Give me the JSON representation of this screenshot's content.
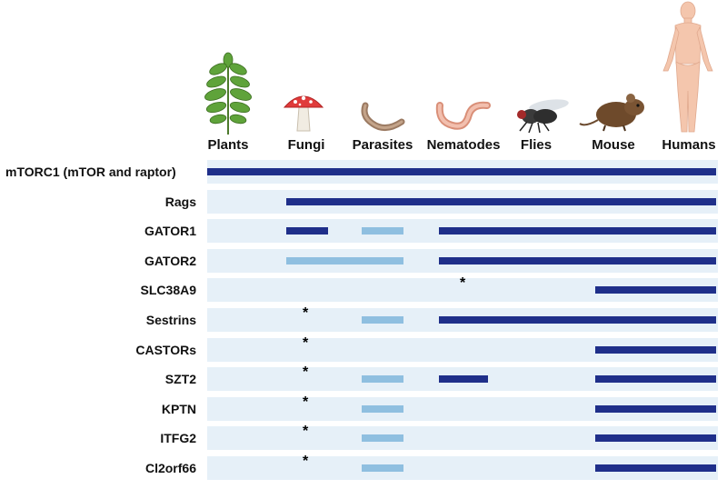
{
  "organisms": [
    {
      "key": "plants",
      "label": "Plants",
      "icon": "plant-icon"
    },
    {
      "key": "fungi",
      "label": "Fungi",
      "icon": "mushroom-icon"
    },
    {
      "key": "parasites",
      "label": "Parasites",
      "icon": "parasite-worm-icon"
    },
    {
      "key": "nematodes",
      "label": "Nematodes",
      "icon": "nematode-icon"
    },
    {
      "key": "flies",
      "label": "Flies",
      "icon": "fly-icon"
    },
    {
      "key": "mouse",
      "label": "Mouse",
      "icon": "mouse-icon"
    },
    {
      "key": "humans",
      "label": "Humans",
      "icon": "human-icon"
    }
  ],
  "rows": [
    {
      "label": "mTORC1 (mTOR and raptor)",
      "bars": [
        {
          "from": "plants",
          "to": "humans",
          "tone": "dark"
        }
      ],
      "stars": []
    },
    {
      "label": "Rags",
      "bars": [
        {
          "from": "fungi",
          "to": "humans",
          "tone": "dark"
        }
      ],
      "stars": []
    },
    {
      "label": "GATOR1",
      "bars": [
        {
          "from": "fungi",
          "to": "fungi",
          "tone": "dark"
        },
        {
          "from": "parasites",
          "to": "parasites",
          "tone": "light"
        },
        {
          "from": "nematodes",
          "to": "humans",
          "tone": "dark"
        }
      ],
      "stars": []
    },
    {
      "label": "GATOR2",
      "bars": [
        {
          "from": "fungi",
          "to": "parasites",
          "tone": "light"
        },
        {
          "from": "nematodes",
          "to": "humans",
          "tone": "dark"
        }
      ],
      "stars": []
    },
    {
      "label": "SLC38A9",
      "bars": [
        {
          "from": "mouse",
          "to": "humans",
          "tone": "dark"
        }
      ],
      "stars": [
        "nematodes"
      ]
    },
    {
      "label": "Sestrins",
      "bars": [
        {
          "from": "parasites",
          "to": "parasites",
          "tone": "light"
        },
        {
          "from": "nematodes",
          "to": "humans",
          "tone": "dark"
        }
      ],
      "stars": [
        "fungi"
      ]
    },
    {
      "label": "CASTORs",
      "bars": [
        {
          "from": "mouse",
          "to": "humans",
          "tone": "dark"
        }
      ],
      "stars": [
        "fungi"
      ]
    },
    {
      "label": "SZT2",
      "bars": [
        {
          "from": "parasites",
          "to": "parasites",
          "tone": "light"
        },
        {
          "from": "nematodes",
          "to": "nematodes",
          "tone": "dark"
        },
        {
          "from": "mouse",
          "to": "humans",
          "tone": "dark"
        }
      ],
      "stars": [
        "fungi"
      ]
    },
    {
      "label": "KPTN",
      "bars": [
        {
          "from": "parasites",
          "to": "parasites",
          "tone": "light"
        },
        {
          "from": "mouse",
          "to": "humans",
          "tone": "dark"
        }
      ],
      "stars": [
        "fungi"
      ]
    },
    {
      "label": "ITFG2",
      "bars": [
        {
          "from": "parasites",
          "to": "parasites",
          "tone": "light"
        },
        {
          "from": "mouse",
          "to": "humans",
          "tone": "dark"
        }
      ],
      "stars": [
        "fungi"
      ]
    },
    {
      "label": "Cl2orf66",
      "bars": [
        {
          "from": "parasites",
          "to": "parasites",
          "tone": "light"
        },
        {
          "from": "mouse",
          "to": "humans",
          "tone": "dark"
        }
      ],
      "stars": [
        "fungi"
      ]
    }
  ],
  "star_symbol": "*",
  "colors": {
    "dark": "#1f2f8a",
    "light": "#8fbfe0",
    "band": "#e6f0f8"
  }
}
